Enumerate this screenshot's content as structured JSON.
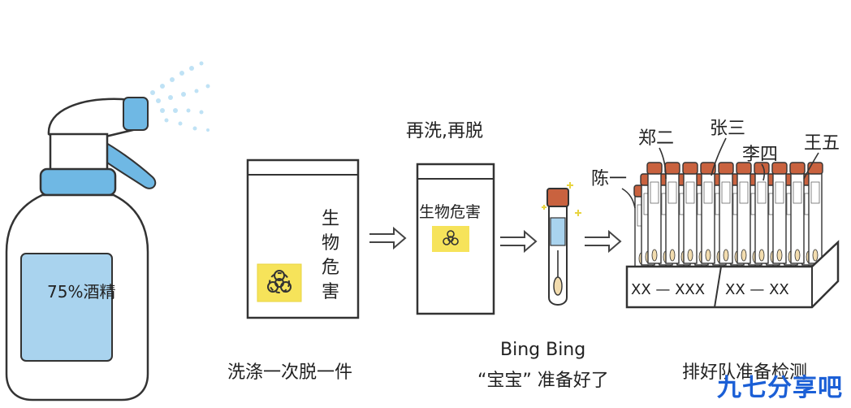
{
  "steps": {
    "spray": {
      "bottle_label": "75%酒精"
    },
    "bag1": {
      "bag_text": "生物危害",
      "caption": "洗涤一次脱一件"
    },
    "bag2": {
      "header": "再洗,再脱",
      "bag_text": "生物危害"
    },
    "tube": {
      "caption_line1": "Bing Bing",
      "caption_line2": "“宝宝”  准备好了"
    },
    "rack": {
      "caption": "排好队准备检测",
      "names": [
        "陈一",
        "郑二",
        "张三",
        "李四",
        "王五"
      ],
      "label_left": "XX — XXX",
      "label_right": "XX — XX"
    }
  },
  "brand": "九七分享吧",
  "colors": {
    "sanitizer_blue": "#a9d3ee",
    "trigger_blue": "#6fb8e4",
    "biohazard_yellow": "#f6e35a",
    "tube_cap": "#c9623f"
  },
  "icons": [
    "spray-bottle-icon",
    "biohazard-icon",
    "arrow-right-icon",
    "test-tube-icon",
    "tube-rack-icon"
  ]
}
